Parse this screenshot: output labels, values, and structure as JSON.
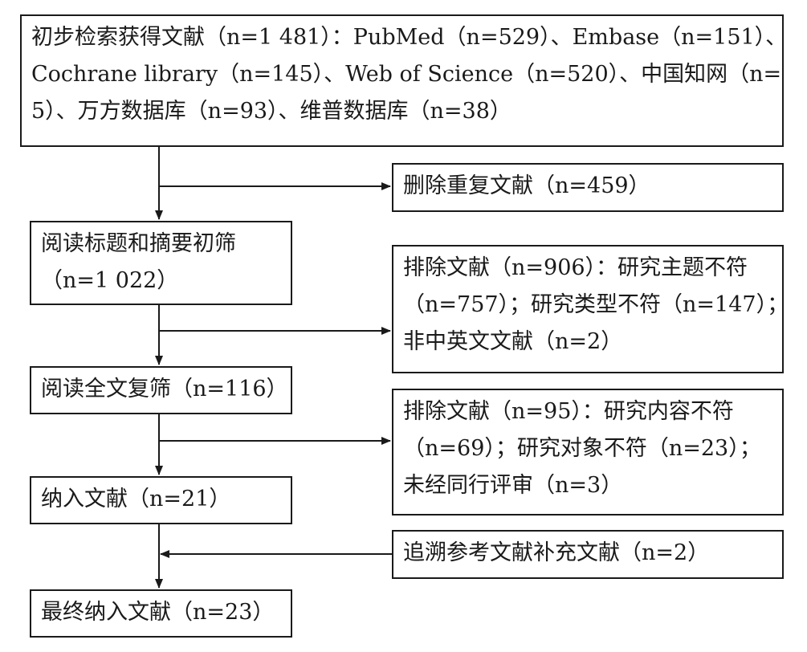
{
  "boxes": {
    "search": {
      "lines": [
        "初步检索获得文献（n=1 481）：PubMed（n=529）、Embase（n=151）、",
        "Cochrane library（n=145）、Web of Science（n=520）、中国知网（n=",
        "5）、万方数据库（n=93）、维普数据库（n=38）"
      ]
    },
    "duplicates": {
      "lines": [
        "删除重复文献（n=459）"
      ]
    },
    "title_abstract": {
      "lines": [
        "阅读标题和摘要初筛",
        "（n=1 022）"
      ]
    },
    "excluded_1": {
      "lines": [
        "排除文献（n=906）：研究主题不符",
        "（n=757）；研究类型不符（n=147）；",
        "非中英文文献（n=2）"
      ]
    },
    "fulltext": {
      "lines": [
        "阅读全文复筛（n=116）"
      ]
    },
    "excluded_2": {
      "lines": [
        "排除文献（n=95）：研究内容不符",
        "（n=69）；研究对象不符（n=23）；",
        "未经同行评审（n=3）"
      ]
    },
    "included": {
      "lines": [
        "纳入文献（n=21）"
      ]
    },
    "references": {
      "lines": [
        "追溯参考文献补充文献（n=2）"
      ]
    },
    "final": {
      "lines": [
        "最终纳入文献（n=23）"
      ]
    }
  }
}
